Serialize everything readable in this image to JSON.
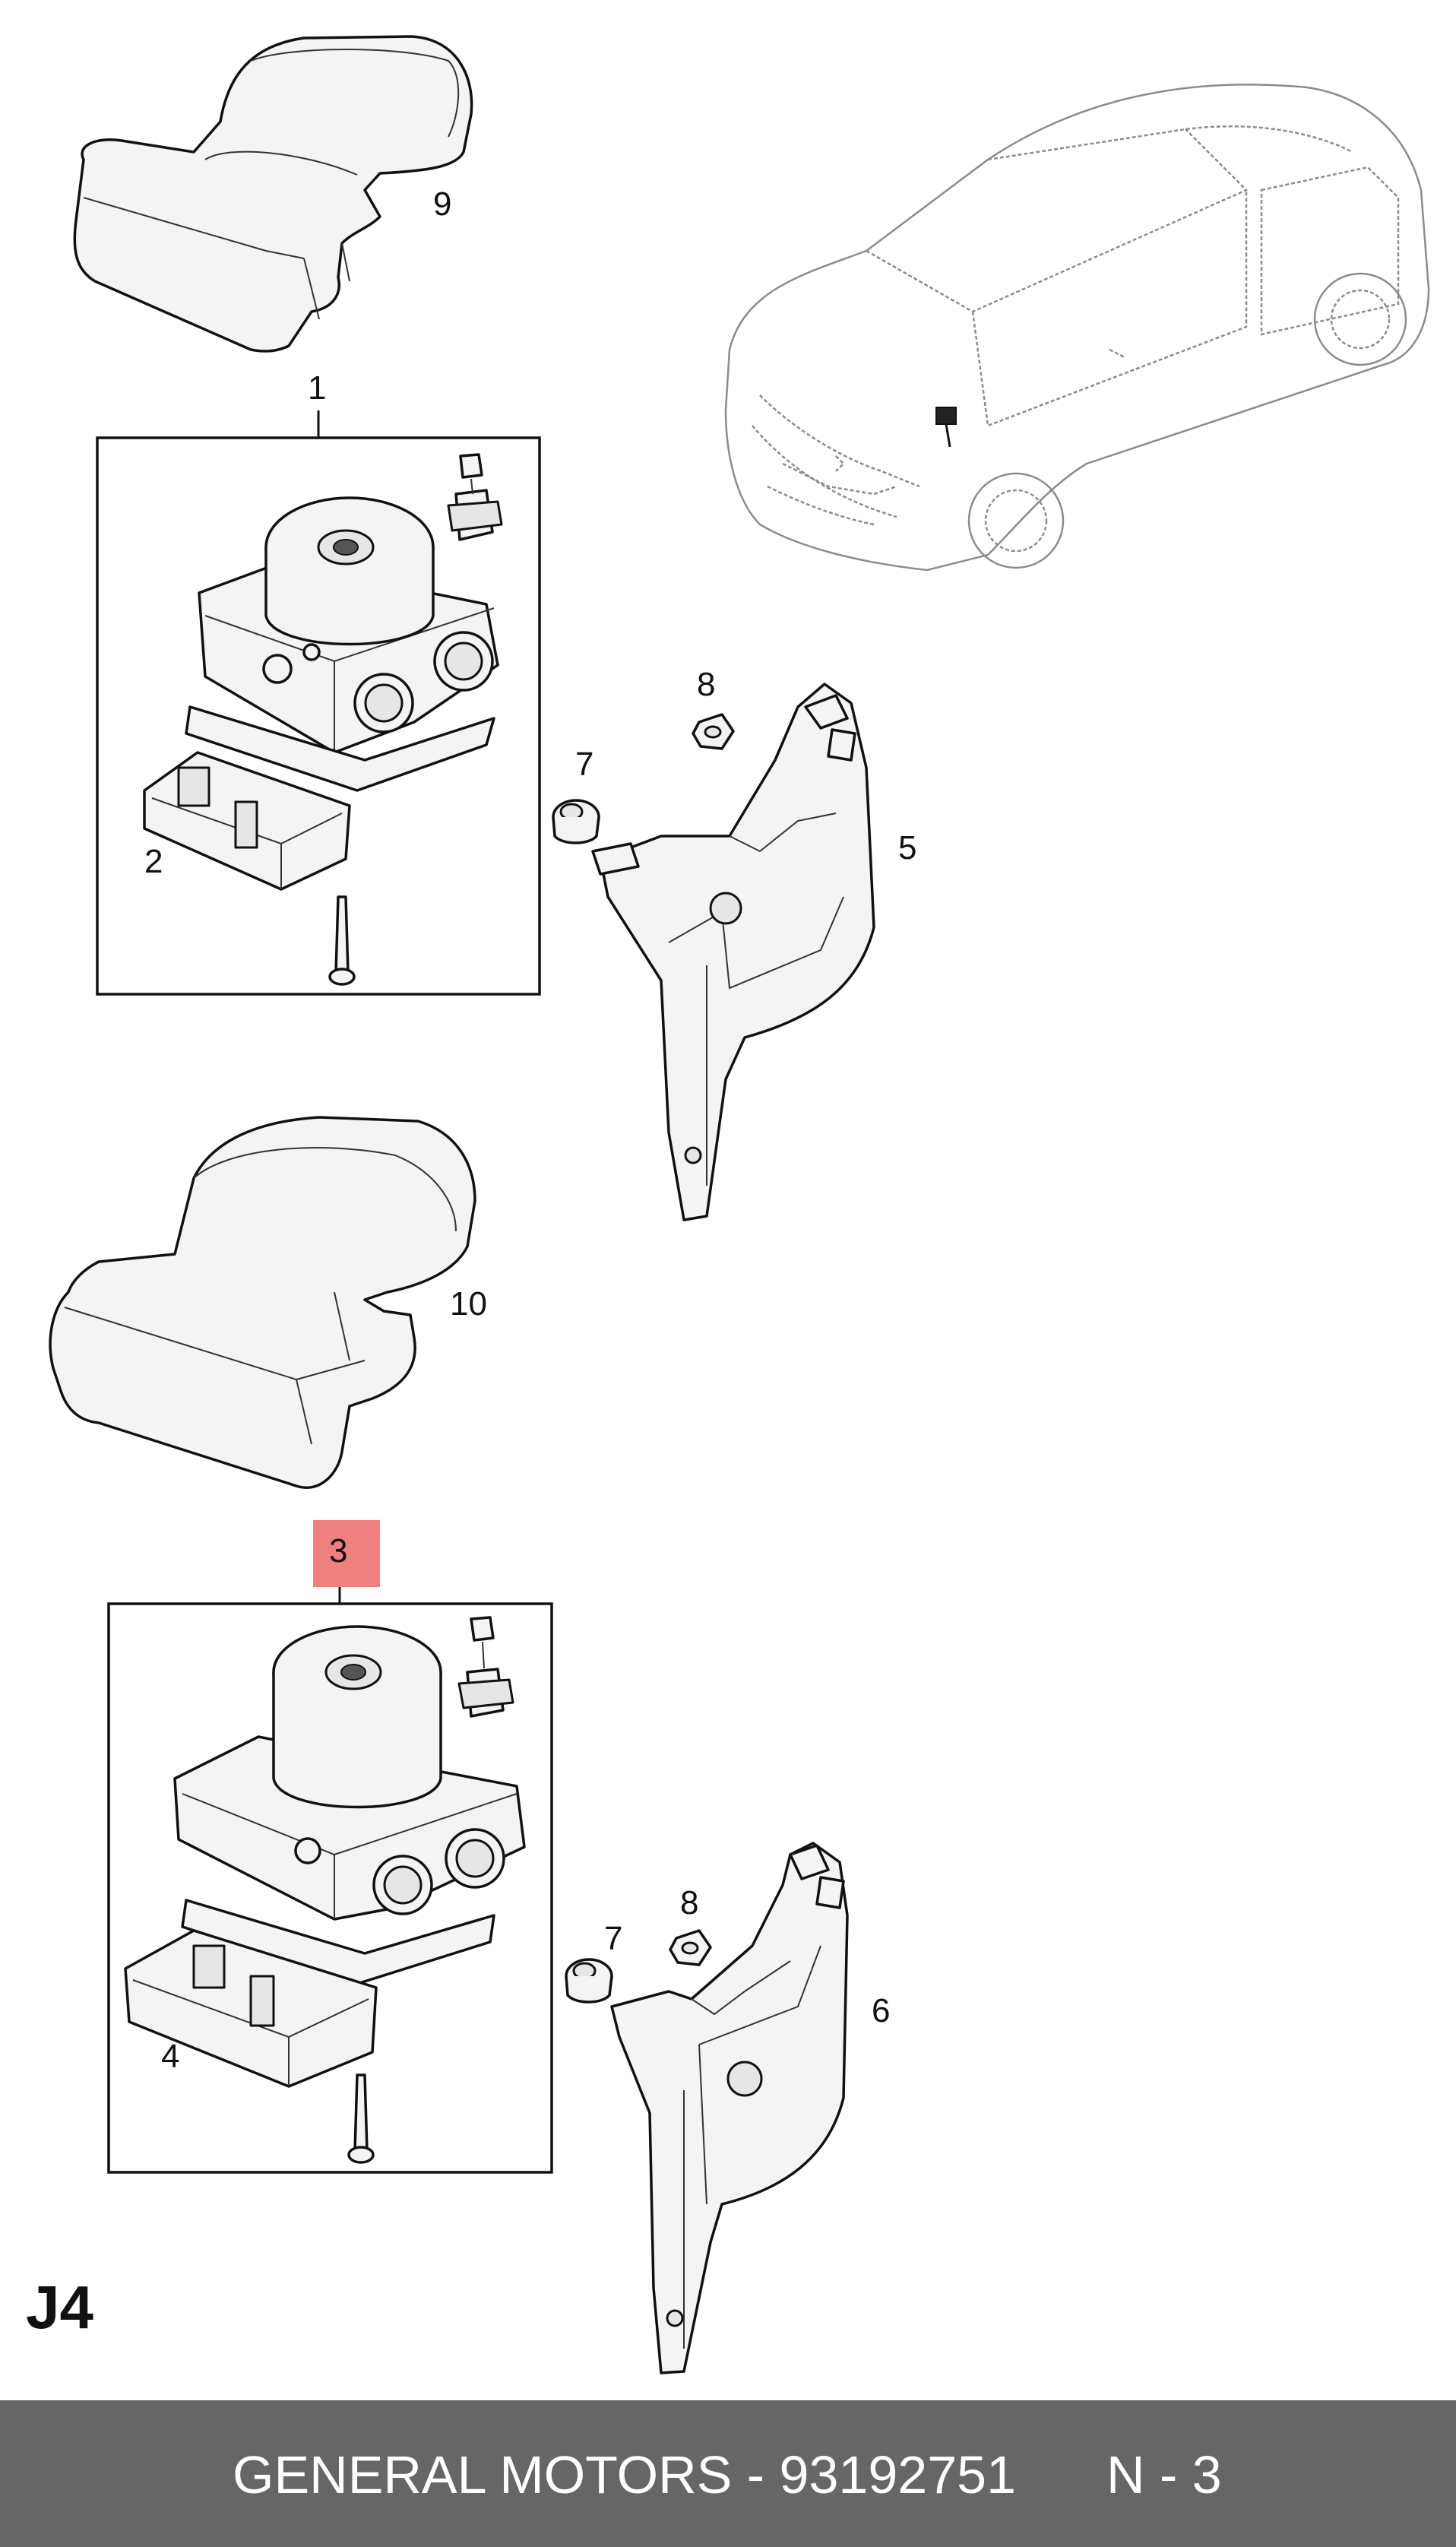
{
  "diagram": {
    "page_code": "J4",
    "highlight_color": "#f08080",
    "callouts": {
      "c1": "1",
      "c2": "2",
      "c3": "3",
      "c4": "4",
      "c5": "5",
      "c6": "6",
      "c7a": "7",
      "c7b": "7",
      "c8a": "8",
      "c8b": "8",
      "c9": "9",
      "c10": "10"
    }
  },
  "footer": {
    "text": "GENERAL MOTORS - 93192751",
    "page": "N - 3"
  }
}
